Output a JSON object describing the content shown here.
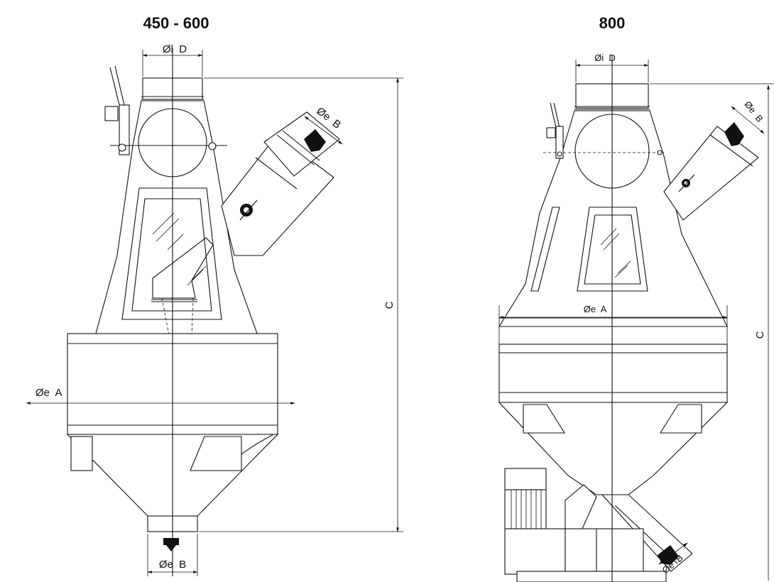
{
  "titles": {
    "left": "450 - 600",
    "right": "800"
  },
  "left_dims": {
    "inner_d": "Øl  D",
    "outer_b_top": "Øe  B",
    "outer_a": "Øe  A",
    "outer_b_bottom": "Øe  B",
    "height_c": "C"
  },
  "right_dims": {
    "inner_d": "Øi  D",
    "outer_b_top": "Øe  B",
    "outer_a": "Øe  A",
    "outer_b_bottom": "Øe  B",
    "height_c": "C"
  }
}
